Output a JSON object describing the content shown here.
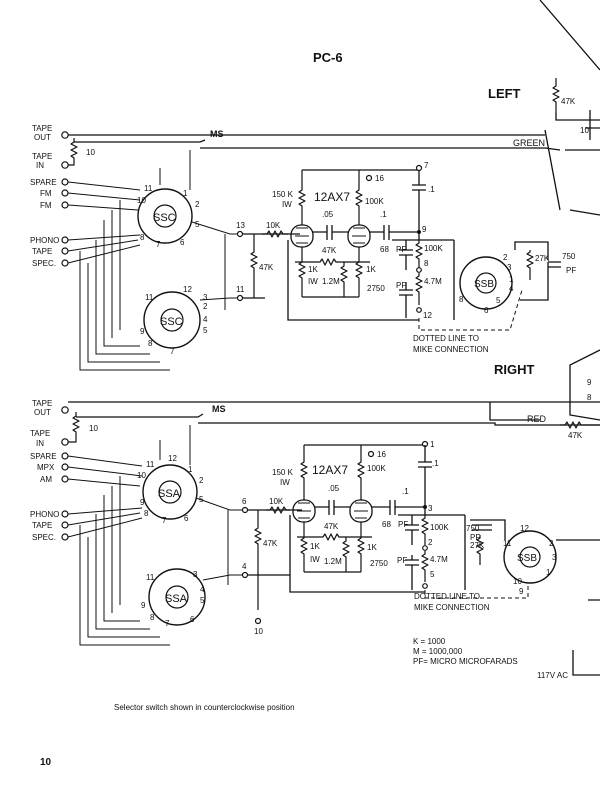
{
  "page": {
    "model": "PC-6",
    "page_number": "10",
    "footnote": "Selector switch shown in counterclockwise position"
  },
  "left": {
    "title": "LEFT",
    "tape_out": [
      "TAPE",
      "OUT"
    ],
    "tape_in": [
      "TAPE",
      "IN"
    ],
    "inputs_upper": [
      "SPARE",
      "FM",
      "FM"
    ],
    "inputs_lower": [
      "PHONO",
      "TAPE",
      "SPEC."
    ],
    "switch_upper": "SSC",
    "switch_lower": "SSC",
    "mode_switch": "SSB",
    "wire_label": "GREEN",
    "tube": "12AX7",
    "r_tape_in": "10",
    "r_plate1": [
      "150 K",
      "IW"
    ],
    "r_plate2": "100K",
    "r_top_right": "47K",
    "r_grid_bias": "47K",
    "r_grid": "10K",
    "r_feedback": "47K",
    "r_cathode1": [
      "1K",
      "IW"
    ],
    "r_cathode2": "1.2M",
    "r_cathode3": "1K",
    "r_out": "100K",
    "r_out2": "4.7M",
    "r_ssb": "27K",
    "c_couple": ".05",
    "c_plate": ".1",
    "c_out": ".1",
    "c_68": "68",
    "c_68_unit": "PF",
    "c_2750": "2750",
    "c_2750_unit": "PF",
    "c_750": "750",
    "c_750_unit": "PF",
    "terminals": [
      "MS",
      "7",
      "16",
      "13",
      "11",
      "9",
      "8",
      "12"
    ],
    "ssc_upper_pins": [
      "11",
      "10",
      "1",
      "2",
      "5",
      "6",
      "7",
      "8"
    ],
    "ssc_lower_pins": [
      "12",
      "11",
      "3",
      "2",
      "9",
      "4",
      "5",
      "8",
      "7"
    ],
    "ssb_pins": [
      "3",
      "2",
      "4",
      "1",
      "8",
      "5",
      "6"
    ],
    "dotted_note": [
      "DOTTED LINE TO",
      "MIKE CONNECTION"
    ]
  },
  "right": {
    "title": "RIGHT",
    "tape_out": [
      "TAPE",
      "OUT"
    ],
    "tape_in": [
      "TAPE",
      "IN"
    ],
    "inputs_upper": [
      "SPARE",
      "MPX",
      "AM"
    ],
    "inputs_lower": [
      "PHONO",
      "TAPE",
      "SPEC."
    ],
    "switch_upper": "SSA",
    "switch_lower": "SSA",
    "mode_switch": "SSB",
    "wire_label": "RED",
    "tube": "12AX7",
    "r_tape_in": "10",
    "r_plate1": [
      "150 K",
      "IW"
    ],
    "r_plate2": "100K",
    "r_top_right": "47K",
    "r_grid_bias": "47K",
    "r_grid": "10K",
    "r_feedback": "47K",
    "r_cathode1": [
      "1K",
      "IW"
    ],
    "r_cathode2": "1.2M",
    "r_cathode3": "1K",
    "r_out": "100K",
    "r_out2": "4.7M",
    "r_ssb": "27K",
    "c_couple": ".05",
    "c_plate": ".1",
    "c_out": ".1",
    "c_68": "68",
    "c_68_unit": "PF",
    "c_2750": "2750",
    "c_2750_unit": "PF",
    "c_750": "750",
    "c_750_unit": "PF",
    "terminals": [
      "MS",
      "1",
      "16",
      "6",
      "4",
      "3",
      "2",
      "5",
      "10"
    ],
    "ssa_upper_pins": [
      "11",
      "12",
      "10",
      "1",
      "2",
      "9",
      "5",
      "6",
      "7",
      "8"
    ],
    "ssa_lower_pins": [
      "11",
      "3",
      "4",
      "9",
      "5",
      "8",
      "7",
      "6"
    ],
    "ssb_pins": [
      "12",
      "2",
      "1",
      "11",
      "3",
      "10",
      "9"
    ],
    "dotted_note": [
      "DOTTED LINE TO",
      "MIKE CONNECTION"
    ]
  },
  "legend": [
    "K = 1000",
    "M = 1000,000",
    "PF= MICRO  MICROFARADS"
  ],
  "mains": "117V AC"
}
